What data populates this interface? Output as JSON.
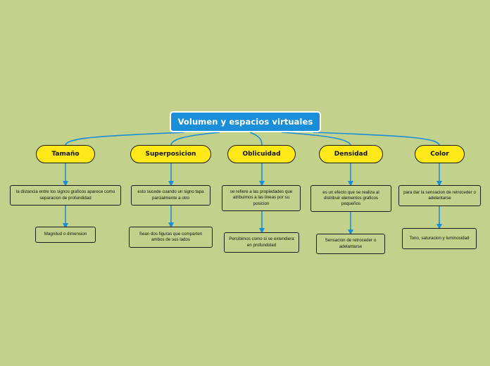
{
  "root": {
    "label": "Volumen y espacios virtuales"
  },
  "branches": [
    {
      "label": "Tamaño",
      "children": [
        "la distancia entre los signos graficos aparece como separacion de profundidad",
        "Magnitud o dimension"
      ]
    },
    {
      "label": "Superposicion",
      "children": [
        "esto sucede cuando un signo tapa parcialmente a otro",
        "Sean dos figuras que comparten ambos de sus lados"
      ]
    },
    {
      "label": "Oblicuidad",
      "children": [
        "se refiere a las propiedades que atribuimos a las lineas por su posicion",
        "Percibimos como si se extendiera en profundidad"
      ]
    },
    {
      "label": "Densidad",
      "children": [
        "es un efecto que se realiza al distribuir elementos graficos pequeños",
        "Sensacion de retroceder o adelantarse"
      ]
    },
    {
      "label": "Color",
      "children": [
        "para dar la sensacion de retroceder o adelantarse",
        "Tono, saturacion y luminosidad"
      ]
    }
  ],
  "colors": {
    "background": "#c2d18b",
    "root_fill": "#1a8ed8",
    "branch_fill": "#ffe817",
    "connector": "#1a8ed8"
  }
}
